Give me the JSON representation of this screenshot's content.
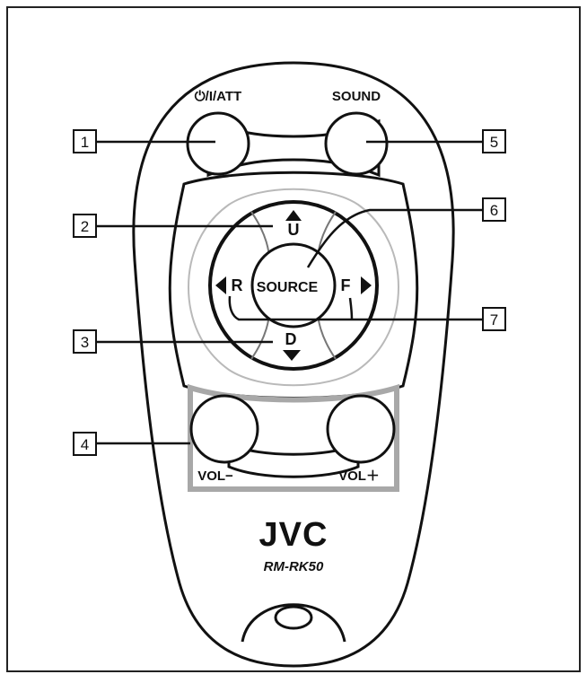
{
  "labels": {
    "power": "⏻/I/ATT",
    "sound": "SOUND",
    "up": "U",
    "down": "D",
    "left": "R",
    "right": "F",
    "source": "SOURCE",
    "vol_minus": "VOL−",
    "vol_plus": "VOL＋"
  },
  "brand": "JVC",
  "model": "RM-RK50",
  "callouts": [
    "1",
    "2",
    "3",
    "4",
    "5",
    "6",
    "7"
  ],
  "icons": {
    "up": "up-arrow-icon",
    "down": "down-arrow-icon",
    "left": "left-arrow-icon",
    "right": "right-arrow-icon"
  }
}
